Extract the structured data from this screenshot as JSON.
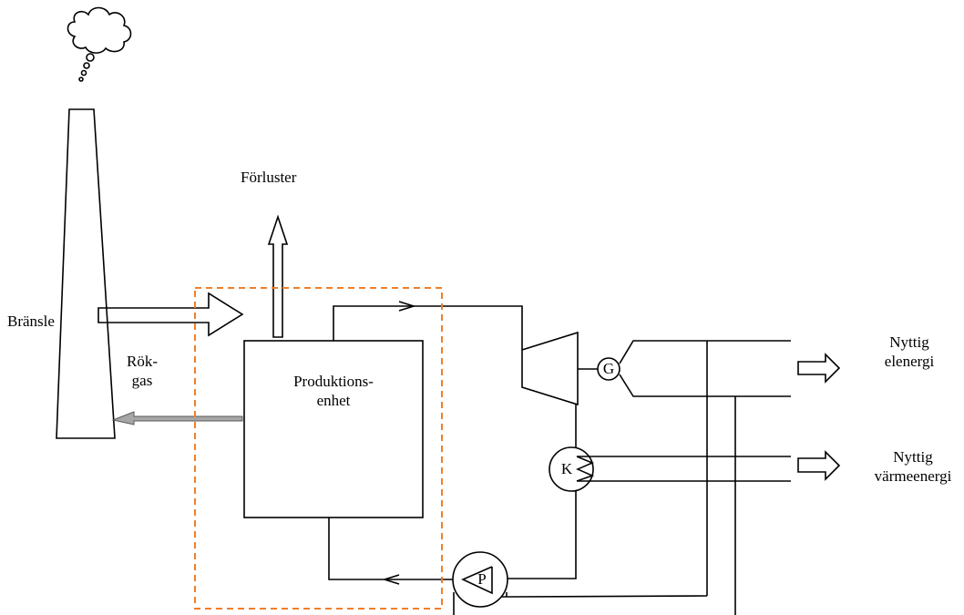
{
  "labels": {
    "losses": "Förluster",
    "flue_gas_line1": "Rök-",
    "flue_gas_line2": "gas",
    "production_unit_line1": "Produktions-",
    "production_unit_line2": "enhet",
    "fuel": "Bränsle",
    "useful_electricity_line1": "Nyttig",
    "useful_electricity_line2": "elenergi",
    "useful_heat_line1": "Nyttig",
    "useful_heat_line2": "värmeenergi"
  },
  "symbols": {
    "generator": "G",
    "condenser": "K",
    "pump": "P"
  },
  "colors": {
    "system_boundary": "#f07f2a",
    "flue_gas_arrow": "#a6a6a6",
    "line": "#000000"
  }
}
